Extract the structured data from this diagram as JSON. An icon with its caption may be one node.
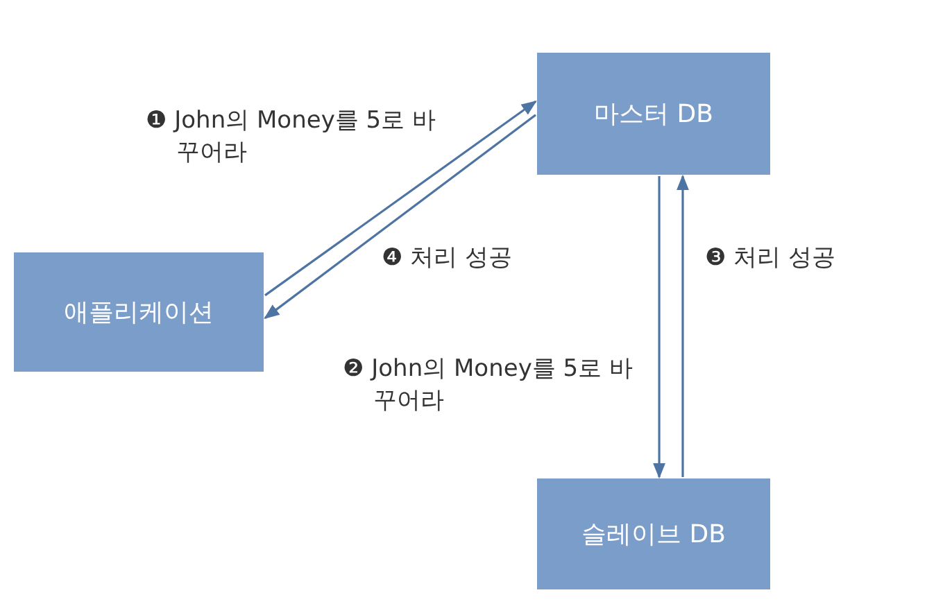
{
  "diagram": {
    "nodes": [
      {
        "text": [
          "마스터 DB"
        ]
      },
      {
        "text": [
          "애플리케이션"
        ]
      },
      {
        "text": [
          "슬레이브 DB"
        ]
      }
    ],
    "edges": [
      {
        "from": 1,
        "to": 0,
        "arrow": "to",
        "label": "❶ John의 Money를 5로 바꾸어라"
      },
      {
        "from": 0,
        "to": 2,
        "arrow": "to",
        "label": "❷ John의 Money를 5로 바꾸어라"
      },
      {
        "from": 2,
        "to": 0,
        "arrow": "to",
        "label": "❸ 처리 성공"
      },
      {
        "from": 0,
        "to": 1,
        "arrow": "to",
        "label": "❹ 처리 성공"
      }
    ]
  }
}
